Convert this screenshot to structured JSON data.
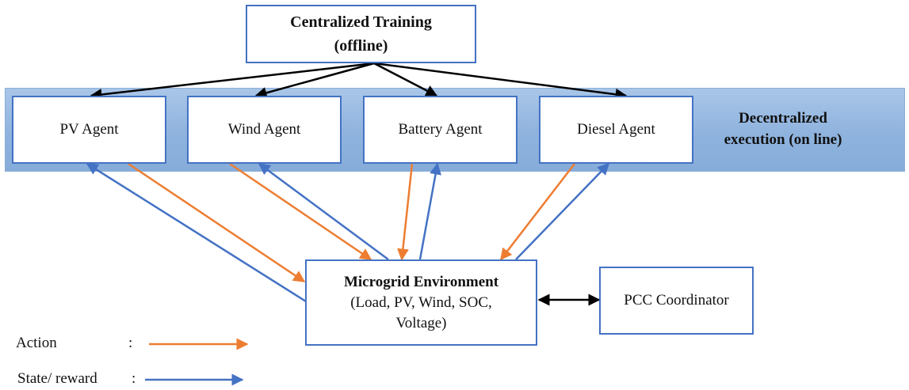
{
  "central": {
    "line1": "Centralized Training",
    "line2": "(offline)"
  },
  "agents": [
    "PV Agent",
    "Wind Agent",
    "Battery Agent",
    "Diesel Agent"
  ],
  "band_label": {
    "line1": "Decentralized",
    "line2": "execution (on line)"
  },
  "environment": {
    "title": "Microgrid Environment",
    "line2": "(Load, PV, Wind, SOC,",
    "line3": "Voltage)"
  },
  "pcc": "PCC Coordinator",
  "legend": [
    {
      "label": "Action",
      "sep": ":",
      "color": "#ed7d31"
    },
    {
      "label": "State/ reward",
      "sep": ":",
      "color": "#4472c4"
    }
  ],
  "colors": {
    "box_border": "#4472c4",
    "action": "#ed7d31",
    "state": "#4472c4",
    "training": "#000000",
    "band": "#8fb3de"
  }
}
